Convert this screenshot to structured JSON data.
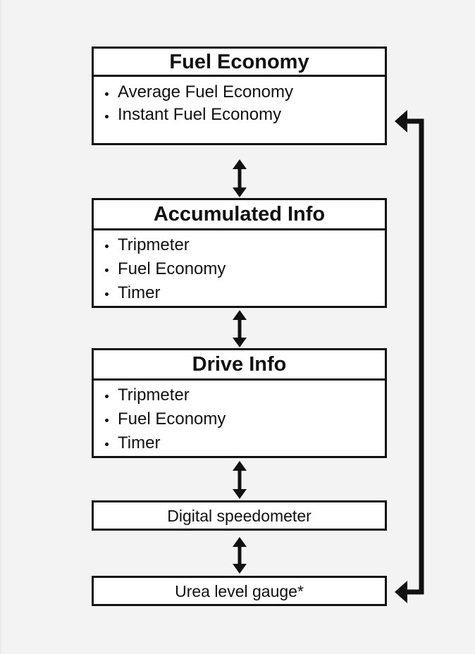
{
  "boxes": [
    {
      "title": "Fuel Economy",
      "items": [
        "Average Fuel Economy",
        "Instant Fuel Economy"
      ]
    },
    {
      "title": "Accumulated Info",
      "items": [
        "Tripmeter",
        "Fuel Economy",
        "Timer"
      ]
    },
    {
      "title": "Drive Info",
      "items": [
        "Tripmeter",
        "Fuel Economy",
        "Timer"
      ]
    }
  ],
  "digital_speedometer": "Digital speedometer",
  "urea_gauge": "Urea level gauge*"
}
